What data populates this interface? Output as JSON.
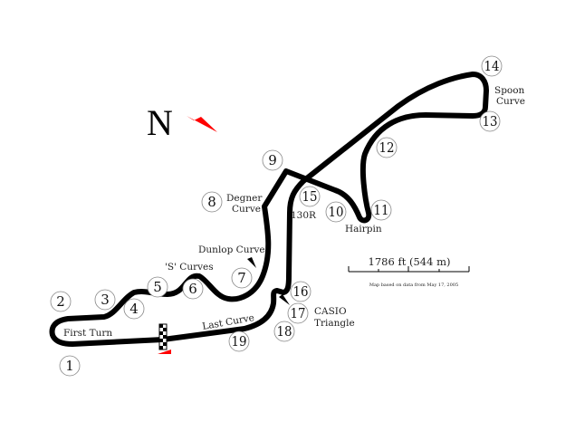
{
  "north_label": "N",
  "colors": {
    "track": "#000000",
    "north_arrow": "#ff0000",
    "flag_marker": "#ff0000"
  },
  "corners": [
    "1",
    "2",
    "3",
    "4",
    "5",
    "6",
    "7",
    "8",
    "9",
    "10",
    "11",
    "12",
    "13",
    "14",
    "15",
    "16",
    "17",
    "18",
    "19"
  ],
  "labels": {
    "first_turn": "First Turn",
    "s_curves": "'S' Curves",
    "dunlop": "Dunlop Curve",
    "degner_1": "Degner",
    "degner_2": "Curve",
    "r130": "130R",
    "hairpin": "Hairpin",
    "spoon_1": "Spoon",
    "spoon_2": "Curve",
    "casio_1": "CASIO",
    "casio_2": "Triangle",
    "last_curve": "Last Curve"
  },
  "scale": {
    "label": "1786 ft (544 m)",
    "note": "Map based on data from May 17, 2005"
  }
}
